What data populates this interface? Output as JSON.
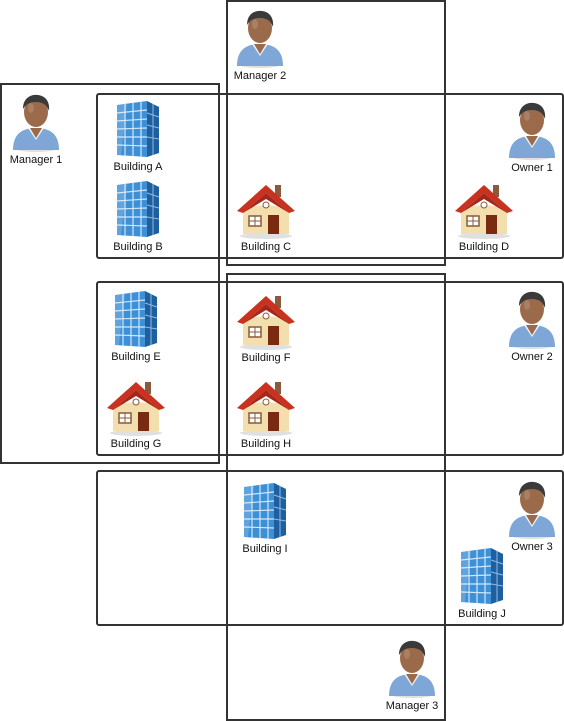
{
  "managers": [
    {
      "id": "m1",
      "label": "Manager 1"
    },
    {
      "id": "m2",
      "label": "Manager 2"
    },
    {
      "id": "m3",
      "label": "Manager 3"
    }
  ],
  "owners": [
    {
      "id": "o1",
      "label": "Owner 1"
    },
    {
      "id": "o2",
      "label": "Owner 2"
    },
    {
      "id": "o3",
      "label": "Owner 3"
    }
  ],
  "buildings": [
    {
      "id": "A",
      "label": "Building A",
      "kind": "office-tower-icon"
    },
    {
      "id": "B",
      "label": "Building B",
      "kind": "office-tower-icon"
    },
    {
      "id": "C",
      "label": "Building C",
      "kind": "house-icon"
    },
    {
      "id": "D",
      "label": "Building D",
      "kind": "house-icon"
    },
    {
      "id": "E",
      "label": "Building E",
      "kind": "office-tower-icon"
    },
    {
      "id": "F",
      "label": "Building F",
      "kind": "house-icon"
    },
    {
      "id": "G",
      "label": "Building G",
      "kind": "house-icon"
    },
    {
      "id": "H",
      "label": "Building H",
      "kind": "house-icon"
    },
    {
      "id": "I",
      "label": "Building I",
      "kind": "office-tower-icon"
    },
    {
      "id": "J",
      "label": "Building J",
      "kind": "office-tower-icon"
    }
  ],
  "colors": {
    "frame": "#333333",
    "person_shirt": "#7ea7d8",
    "person_skin": "#9b6a4a",
    "person_hair": "#3a3a3a",
    "tower_glass": "#3d8fd6",
    "house_roof": "#c8321e",
    "house_wall": "#f3dfae"
  }
}
